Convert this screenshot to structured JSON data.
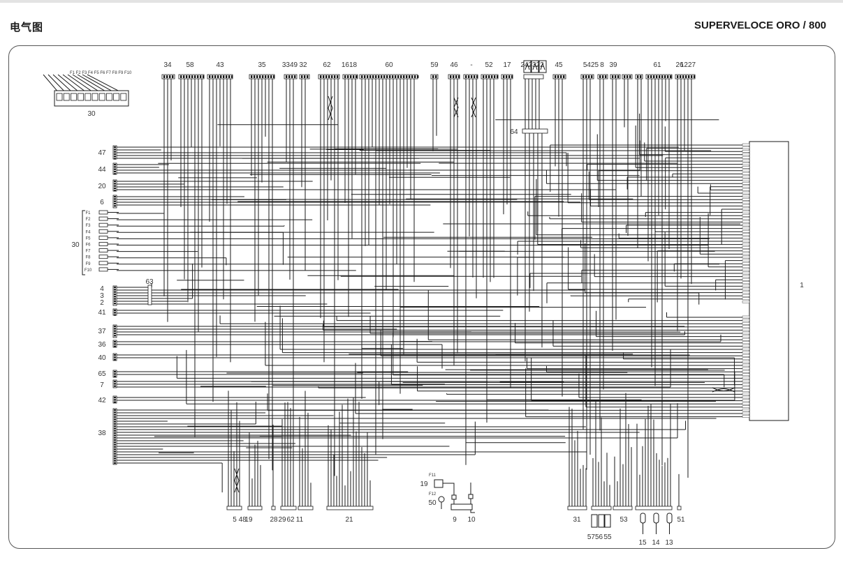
{
  "header": {
    "title": "电气图",
    "model": "SUPERVELOCE ORO / 800"
  },
  "fuse_box": {
    "label": "30",
    "fuses": [
      "F1",
      "F2",
      "F3",
      "F4",
      "F5",
      "F6",
      "F7",
      "F8",
      "F9",
      "F10"
    ]
  },
  "top_connectors": [
    "34",
    "58",
    "43",
    "35",
    "3349",
    "32",
    "62",
    "1618",
    "60",
    "59",
    "46",
    "-",
    "52",
    "17",
    "242322",
    "45",
    "5425",
    "8",
    "39",
    "61",
    "26",
    "1227"
  ],
  "side_connectors": [
    "47",
    "44",
    "20",
    "6",
    "30",
    "4",
    "3",
    "2",
    "41",
    "63",
    "37",
    "36",
    "40",
    "65",
    "7",
    "42",
    "38"
  ],
  "side_fuse_group": [
    "F1",
    "F2",
    "F3",
    "F4",
    "F5",
    "F6",
    "F7",
    "F8",
    "F9",
    "F10"
  ],
  "bottom_connectors": [
    "5 48",
    "19",
    "28",
    "29",
    "62",
    "11",
    "21",
    "9",
    "10",
    "31",
    "53",
    "51",
    "5756",
    "55",
    "15",
    "14",
    "13"
  ],
  "mid_labels": {
    "c64": "64",
    "c19": "19",
    "c50": "50",
    "f11": "F11",
    "f12": "F12",
    "ecu": "1"
  },
  "colors": {
    "wire": "#1a1a1a",
    "frame": "#555555",
    "text": "#333333"
  }
}
